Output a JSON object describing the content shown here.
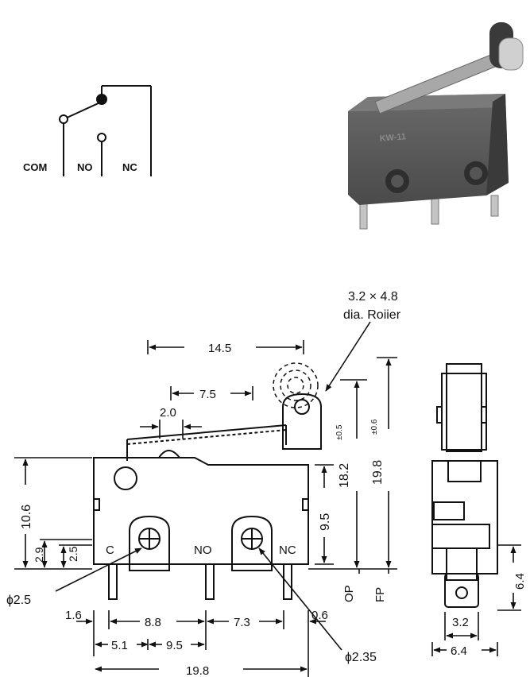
{
  "colors": {
    "ink": "#111111",
    "body_gray": "#5e5e5e",
    "body_dark": "#3c3c3c",
    "lever": "#9a9a9a",
    "pin": "#b8b8b8"
  },
  "schematic": {
    "terminals": [
      {
        "id": "com",
        "label": "COM"
      },
      {
        "id": "no",
        "label": "NO"
      },
      {
        "id": "nc",
        "label": "NC"
      }
    ]
  },
  "photo": {
    "icon": "microswitch-photo"
  },
  "roller_note": {
    "line1": "3.2 ×  4.8",
    "line2": "dia.  Roiier"
  },
  "dimensions": {
    "top_14_5": "14.5",
    "top_7_5": "7.5",
    "top_2_0": "2.0",
    "h_10_6": "10.6",
    "h_2_9": "2.9",
    "h_2_5": "2.5",
    "h_9_5": "9.5",
    "h_18_2": "18.2",
    "h_18_2_tol": "±0.5",
    "h_19_8": "19.8",
    "h_19_8_tol": "±0.6",
    "op": "OP",
    "fp": "FP",
    "hole_left": "ɸ2.5",
    "hole_right": "ɸ2.35",
    "b_1_6": "1.6",
    "b_8_8": "8.8",
    "b_7_3": "7.3",
    "b_0_6": "0.6",
    "b_5_1": "5.1",
    "b_9_5": "9.5",
    "b_19_8": "19.8",
    "side_6_4_v": "6.4",
    "side_3_2": "3.2",
    "side_6_4_h": "6.4"
  },
  "pin_labels": {
    "c": "C",
    "no": "NO",
    "nc": "NC"
  }
}
